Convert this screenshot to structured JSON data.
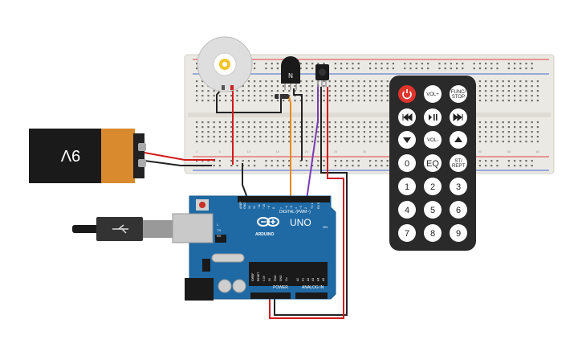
{
  "battery": {
    "label": "9V"
  },
  "arduino": {
    "model": "UNO",
    "brand": "ARDUINO",
    "header_digital": "DIGITAL (PWM~)",
    "header_power": "POWER",
    "header_analog": "ANALOG IN",
    "pin_aref": "AREF",
    "pin_gnd": "GND",
    "pin_13": "13",
    "pin_12": "12",
    "pin_11": "~11",
    "pin_10": "~10",
    "pin_9": "~9",
    "pin_8": "8",
    "pin_7": "7",
    "pin_6": "~6",
    "pin_5": "~5",
    "pin_4": "4",
    "pin_3": "~3",
    "pin_2": "2",
    "pin_tx1": "TX 1",
    "pin_rx0": "RX 0",
    "led_l": "L",
    "led_tx": "TX",
    "led_rx": "RX",
    "on_label": "ON",
    "power_pins": [
      "IOREF",
      "RESET",
      "3.3V",
      "5V",
      "GND",
      "GND",
      "Vin"
    ],
    "analog_pins": [
      "A0",
      "A1",
      "A2",
      "A3",
      "A4",
      "A5"
    ]
  },
  "transistor": {
    "label": "N"
  },
  "breadboard": {
    "column_numbers": [
      "1",
      "5",
      "10",
      "15",
      "20",
      "25",
      "30",
      "35",
      "40",
      "45",
      "50",
      "55",
      "60"
    ]
  },
  "remote": {
    "buttons": [
      {
        "id": "power",
        "label": ""
      },
      {
        "id": "vol-up",
        "label": "VOL+"
      },
      {
        "id": "func-stop",
        "label": "FUNC/\nSTOP"
      },
      {
        "id": "prev",
        "label": ""
      },
      {
        "id": "play-pause",
        "label": ""
      },
      {
        "id": "next",
        "label": ""
      },
      {
        "id": "down",
        "label": ""
      },
      {
        "id": "vol-down",
        "label": "VOL-"
      },
      {
        "id": "up",
        "label": ""
      },
      {
        "id": "zero",
        "label": "0"
      },
      {
        "id": "eq",
        "label": "EQ"
      },
      {
        "id": "st-rept",
        "label": "ST/\nREPT"
      },
      {
        "id": "one",
        "label": "1"
      },
      {
        "id": "two",
        "label": "2"
      },
      {
        "id": "three",
        "label": "3"
      },
      {
        "id": "four",
        "label": "4"
      },
      {
        "id": "five",
        "label": "5"
      },
      {
        "id": "six",
        "label": "6"
      },
      {
        "id": "seven",
        "label": "7"
      },
      {
        "id": "eight",
        "label": "8"
      },
      {
        "id": "nine",
        "label": "9"
      }
    ]
  },
  "colors": {
    "arduino_blue": "#1f6aa5",
    "breadboard": "#ebe9e4",
    "remote_body": "#2a2a2a",
    "power_button": "#e0342c",
    "battery_orange": "#d9892e",
    "wire_red": "#d11a1a",
    "wire_black": "#222222",
    "wire_orange": "#e88a1a",
    "wire_purple": "#7a3ab5"
  }
}
